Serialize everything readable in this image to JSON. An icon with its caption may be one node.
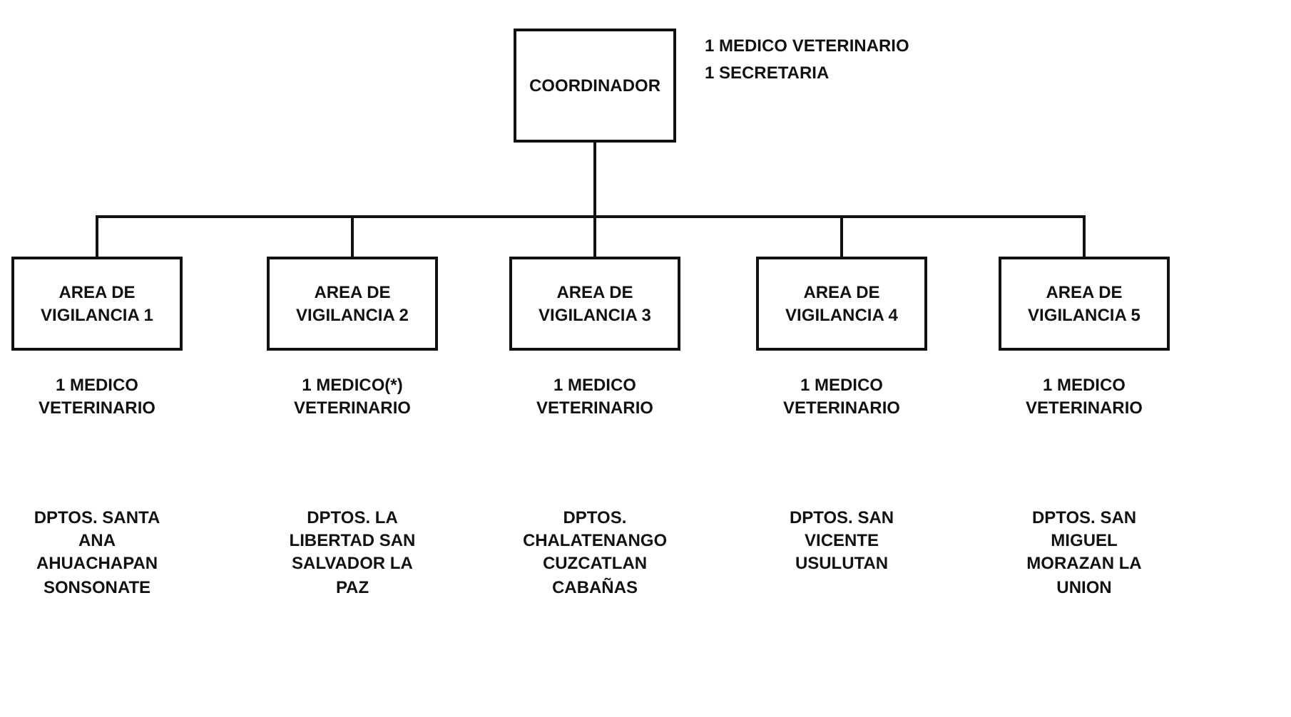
{
  "diagram": {
    "nodes": [
      {
        "text": [
          "COORDINADOR"
        ],
        "beside": [
          "1 MEDICO VETERINARIO",
          "1 SECRETARIA"
        ]
      },
      {
        "text": [
          "AREA DE VIGILANCIA 1"
        ],
        "beside": [
          "1 MEDICO VETERINARIO"
        ]
      },
      {
        "text": [
          "AREA DE VIGILANCIA 2"
        ],
        "beside": [
          "1 MEDICO(*) VETERINARIO"
        ]
      },
      {
        "text": [
          "AREA DE VIGILANCIA 3"
        ],
        "beside": [
          "1 MEDICO VETERINARIO"
        ]
      },
      {
        "text": [
          "AREA DE VIGILANCIA 4"
        ],
        "beside": [
          "1 MEDICO VETERINARIO"
        ]
      },
      {
        "text": [
          "AREA DE VIGILANCIA 5"
        ],
        "beside": [
          "1 MEDICO VETERINARIO"
        ]
      }
    ],
    "edges": [
      {
        "from": 0,
        "to": 1,
        "arrow": "none"
      },
      {
        "from": 0,
        "to": 2,
        "arrow": "none"
      },
      {
        "from": 0,
        "to": 3,
        "arrow": "none"
      },
      {
        "from": 0,
        "to": 4,
        "arrow": "none"
      },
      {
        "from": 0,
        "to": 5,
        "arrow": "none"
      }
    ],
    "labels": [
      "DPTOS. SANTA ANA AHUACHAPAN SONSONATE",
      "DPTOS. LA LIBERTAD SAN SALVADOR LA PAZ",
      "DPTOS. CHALATENANGO CUZCATLAN CABAÑAS",
      "DPTOS. SAN VICENTE USULUTAN",
      "DPTOS. SAN MIGUEL MORAZAN LA UNION"
    ]
  }
}
